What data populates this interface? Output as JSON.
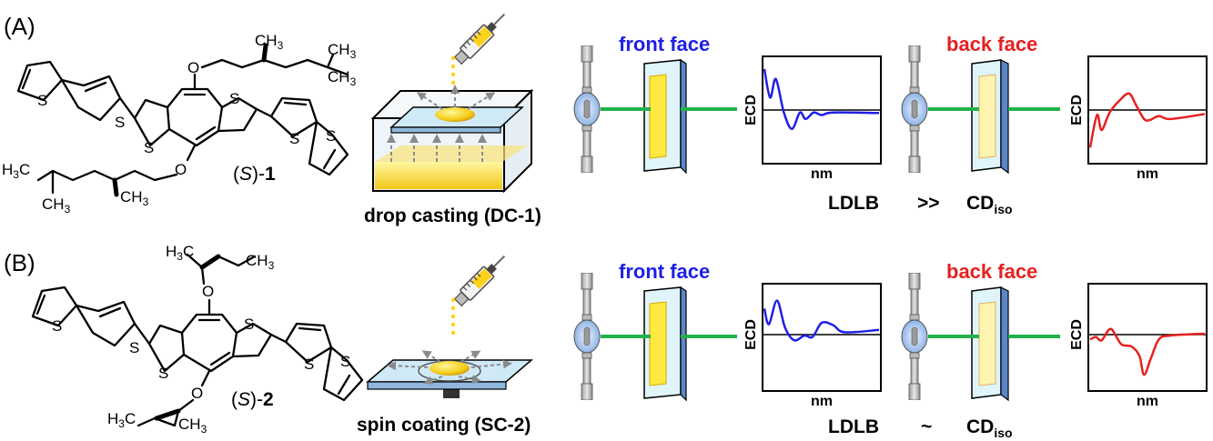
{
  "colors": {
    "front": "#1f1fe6",
    "back": "#e62020",
    "beam": "#22b14c",
    "film_yellow": "#ffe840",
    "substrate": "#dff5fb",
    "substrate_edge": "#5b86c8"
  },
  "panels": [
    {
      "label": "(A)",
      "compound": {
        "prefix": "(",
        "stereo": "S",
        "suffix": ")-",
        "number": "1"
      },
      "atoms": {
        "o": "O",
        "s": "S",
        "h3c": "H",
        "h3c_sub": "3",
        "h3c_c": "C",
        "ch3_c": "CH",
        "ch3_sub": "3"
      },
      "method": "drop casting (DC-1)",
      "front_label": "front face",
      "back_label": "back face",
      "y_axis": "ECD",
      "x_axis": "nm",
      "comparison": {
        "left": "LDLB",
        "op": ">>",
        "right": "CD",
        "right_sub": "iso"
      },
      "front_curve": [
        [
          0,
          0.82
        ],
        [
          0.05,
          0.25
        ],
        [
          0.1,
          0.62
        ],
        [
          0.17,
          -0.05
        ],
        [
          0.24,
          -0.38
        ],
        [
          0.31,
          -0.05
        ],
        [
          0.36,
          -0.18
        ],
        [
          0.43,
          -0.05
        ],
        [
          0.5,
          -0.1
        ],
        [
          0.6,
          -0.05
        ],
        [
          1,
          -0.06
        ]
      ],
      "back_curve": [
        [
          0,
          -0.75
        ],
        [
          0.06,
          -0.1
        ],
        [
          0.1,
          -0.4
        ],
        [
          0.17,
          -0.05
        ],
        [
          0.26,
          0.2
        ],
        [
          0.34,
          0.33
        ],
        [
          0.4,
          0.1
        ],
        [
          0.47,
          -0.18
        ],
        [
          0.52,
          -0.2
        ],
        [
          0.6,
          -0.12
        ],
        [
          0.7,
          -0.18
        ],
        [
          1,
          -0.08
        ]
      ]
    },
    {
      "label": "(B)",
      "compound": {
        "prefix": "(",
        "stereo": "S",
        "suffix": ")-",
        "number": "2"
      },
      "atoms": {
        "o": "O",
        "s": "S",
        "h3c": "H",
        "h3c_sub": "3",
        "h3c_c": "C",
        "ch3_c": "CH",
        "ch3_sub": "3"
      },
      "method": "spin coating (SC-2)",
      "front_label": "front face",
      "back_label": "back face",
      "y_axis": "ECD",
      "x_axis": "nm",
      "comparison": {
        "left": "LDLB",
        "op": "~",
        "right": "CD",
        "right_sub": "iso"
      },
      "front_curve": [
        [
          0,
          0.55
        ],
        [
          0.04,
          0.22
        ],
        [
          0.11,
          0.72
        ],
        [
          0.18,
          0.15
        ],
        [
          0.26,
          -0.12
        ],
        [
          0.35,
          -0.02
        ],
        [
          0.42,
          -0.05
        ],
        [
          0.5,
          0.25
        ],
        [
          0.6,
          0.2
        ],
        [
          0.7,
          0.05
        ],
        [
          1,
          0.1
        ]
      ],
      "back_curve": [
        [
          0,
          -0.1
        ],
        [
          0.05,
          -0.05
        ],
        [
          0.1,
          -0.12
        ],
        [
          0.18,
          0.12
        ],
        [
          0.27,
          -0.2
        ],
        [
          0.36,
          -0.25
        ],
        [
          0.43,
          -0.45
        ],
        [
          0.47,
          -0.85
        ],
        [
          0.53,
          -0.5
        ],
        [
          0.6,
          -0.1
        ],
        [
          0.7,
          -0.02
        ],
        [
          1,
          0.02
        ]
      ]
    }
  ]
}
